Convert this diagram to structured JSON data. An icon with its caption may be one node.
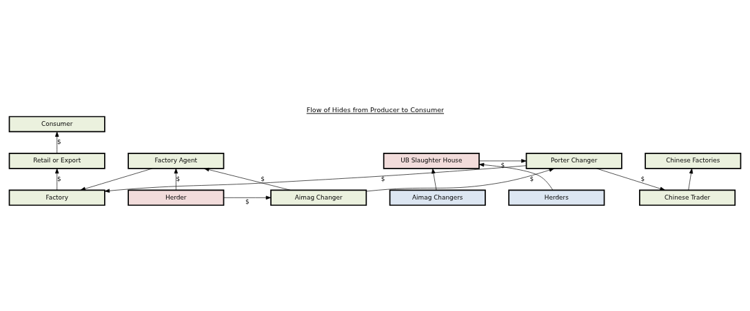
{
  "diagram": {
    "title": "Flow of Hides from Producer to Consumer",
    "nodes": [
      {
        "text": [
          "Consumer"
        ]
      },
      {
        "text": [
          "Retail or Export"
        ]
      },
      {
        "text": [
          "Chinese Factories"
        ]
      },
      {
        "text": [
          "Factory"
        ]
      },
      {
        "text": [
          "Chinese Trader"
        ]
      },
      {
        "text": [
          "Herders"
        ]
      },
      {
        "text": [
          "Factory Agent"
        ]
      },
      {
        "text": [
          "Porter Changer"
        ]
      },
      {
        "text": [
          "UB Slaughter House"
        ]
      },
      {
        "text": [
          "Herder"
        ]
      },
      {
        "text": [
          "Aimag Changer"
        ]
      },
      {
        "text": [
          "Aimag Changers"
        ]
      }
    ],
    "edges": [
      {
        "from": 1,
        "to": 0,
        "arrow": "to",
        "label": "$"
      },
      {
        "from": 3,
        "to": 1,
        "arrow": "to",
        "label": "$"
      },
      {
        "from": 4,
        "to": 2,
        "arrow": "to"
      },
      {
        "from": 6,
        "to": 3,
        "arrow": "to"
      },
      {
        "from": 7,
        "to": 3,
        "arrow": "to",
        "label": "$"
      },
      {
        "from": 7,
        "to": 4,
        "arrow": "to",
        "label": "$"
      },
      {
        "from": 5,
        "to": 8,
        "arrow": "to"
      },
      {
        "from": 8,
        "to": 7,
        "arrow": "to",
        "label": "$"
      },
      {
        "from": 9,
        "to": 6,
        "arrow": "to",
        "label": "$"
      },
      {
        "from": 10,
        "to": 6,
        "arrow": "to",
        "label": "$"
      },
      {
        "from": 10,
        "to": 7,
        "arrow": "to",
        "label": "$"
      },
      {
        "from": 9,
        "to": 10,
        "arrow": "to",
        "label": "$"
      },
      {
        "from": 11,
        "to": 8,
        "arrow": "to"
      }
    ]
  }
}
